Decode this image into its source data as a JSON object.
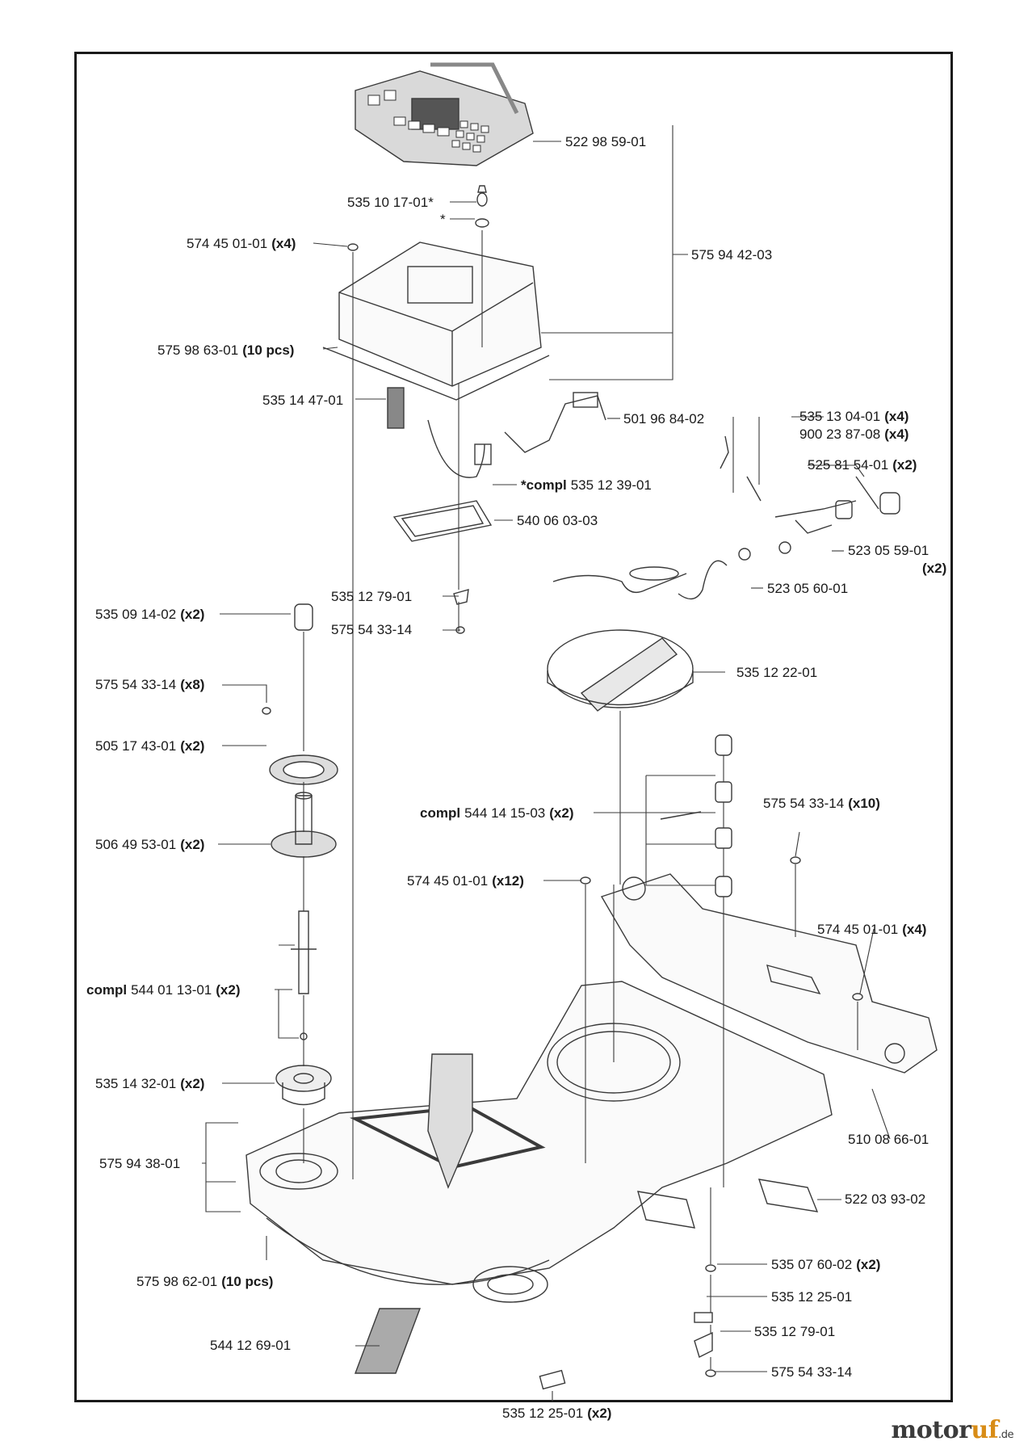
{
  "labels": {
    "l01": {
      "part": "522 98 59-01"
    },
    "l02": {
      "part": "535 10 17-01*"
    },
    "l03": {
      "part": "*"
    },
    "l04": {
      "part": "574 45 01-01",
      "qty": "(x4)"
    },
    "l05": {
      "part": "575 94 42-03"
    },
    "l06": {
      "part": "575 98 63-01",
      "qty": "(10 pcs)"
    },
    "l07": {
      "part": "535 14 47-01"
    },
    "l08": {
      "part": "501 96 84-02"
    },
    "l09": {
      "part": "535 13 04-01",
      "qty": "(x4)"
    },
    "l10": {
      "part": "900 23 87-08",
      "qty": "(x4)"
    },
    "l11": {
      "part": "525 81 54-01",
      "qty": "(x2)"
    },
    "l12": {
      "prefix": "*compl",
      "part": "535 12 39-01"
    },
    "l13": {
      "part": "540 06 03-03"
    },
    "l14": {
      "part": "523 05 59-01"
    },
    "l14b": {
      "qty": "(x2)"
    },
    "l15": {
      "part": "523 05 60-01"
    },
    "l16": {
      "part": "535 12 79-01"
    },
    "l17": {
      "part": "575 54 33-14"
    },
    "l18": {
      "part": "535 09 14-02",
      "qty": "(x2)"
    },
    "l19": {
      "part": "535 12 22-01"
    },
    "l20": {
      "part": "575 54 33-14",
      "qty": "(x8)"
    },
    "l21": {
      "part": "505 17 43-01",
      "qty": "(x2)"
    },
    "l22": {
      "prefix": "compl",
      "part": "544 14 15-03",
      "qty": "(x2)"
    },
    "l23": {
      "part": "575 54 33-14",
      "qty": "(x10)"
    },
    "l24": {
      "part": "506 49 53-01",
      "qty": "(x2)"
    },
    "l25": {
      "part": "574 45 01-01",
      "qty": "(x12)"
    },
    "l26": {
      "part": "574 45 01-01",
      "qty": "(x4)"
    },
    "l27": {
      "prefix": "compl",
      "part": "544 01 13-01",
      "qty": "(x2)"
    },
    "l28": {
      "part": "535 14 32-01",
      "qty": "(x2)"
    },
    "l29": {
      "part": "510 08 66-01"
    },
    "l30": {
      "part": "575 94 38-01"
    },
    "l31": {
      "part": "522 03 93-02"
    },
    "l32": {
      "part": "575 98 62-01",
      "qty": "(10 pcs)"
    },
    "l33": {
      "part": "535 07 60-02",
      "qty": "(x2)"
    },
    "l34": {
      "part": "535 12 25-01"
    },
    "l35": {
      "part": "544 12 69-01"
    },
    "l36": {
      "part": "535 12 79-01"
    },
    "l37": {
      "part": "575 54 33-14"
    },
    "l38": {
      "part": "535 12 25-01",
      "qty": "(x2)"
    }
  },
  "brand": {
    "name_a": "motor",
    "name_b": "uf",
    "suffix": ".de"
  },
  "colors": {
    "line": "#3a3a3a",
    "panel": "#d9d9d9",
    "accent": "#d88c16"
  }
}
